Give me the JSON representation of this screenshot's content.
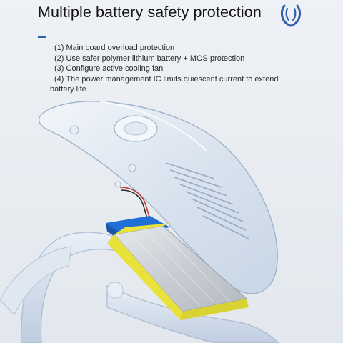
{
  "header": {
    "title": "Multiple battery safety protection",
    "logo_icon": "neck-fan-logo-icon",
    "accent_color": "#2f5fae"
  },
  "features": [
    {
      "num": "(1)",
      "text": "Main board overload protection"
    },
    {
      "num": "(2)",
      "text": "Use safer polymer lithium battery + MOS protection"
    },
    {
      "num": "(3)",
      "text": "Configure active cooling fan"
    },
    {
      "num": "(4)",
      "text": "The power management IC limits quiescent current to extend battery life"
    }
  ],
  "illustration": {
    "subject": "transparent-neck-fan-with-battery",
    "battery_colors": {
      "top": "#1f6fd6",
      "side": "#e8e23a",
      "face": "#cfd3d8"
    }
  }
}
